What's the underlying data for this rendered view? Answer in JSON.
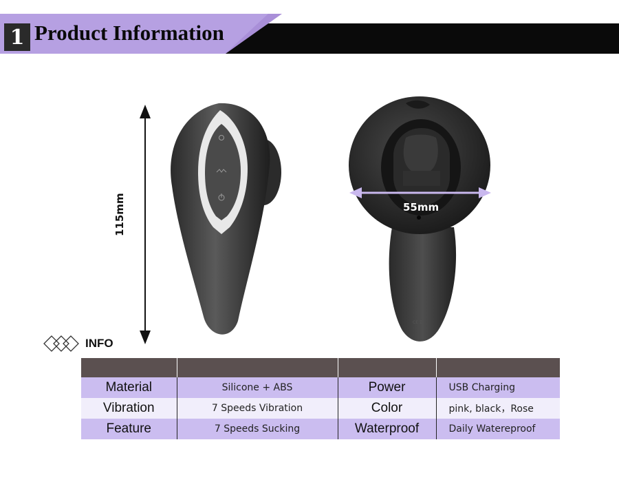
{
  "header": {
    "number": "1",
    "title": "Product Information"
  },
  "dimensions": {
    "height": "115mm",
    "width": "55mm"
  },
  "info_label": "INFO",
  "specs": {
    "rows": [
      {
        "label1": "Material",
        "value1": "Silicone + ABS",
        "label2": "Power",
        "value2": "USB Charging"
      },
      {
        "label1": "Vibration",
        "value1": "7 Speeds Vibration",
        "label2": "Color",
        "value2": "pink, black，Rose"
      },
      {
        "label1": "Feature",
        "value1": "7 Speeds Sucking",
        "label2": "Waterproof",
        "value2": "Daily Watereproof"
      }
    ]
  },
  "colors": {
    "accent_purple": "#b6a0e2",
    "banner_black": "#0a0a0a",
    "table_header": "#5b5050",
    "row_purple": "#cbbdf0",
    "row_light": "#f1eefb"
  }
}
